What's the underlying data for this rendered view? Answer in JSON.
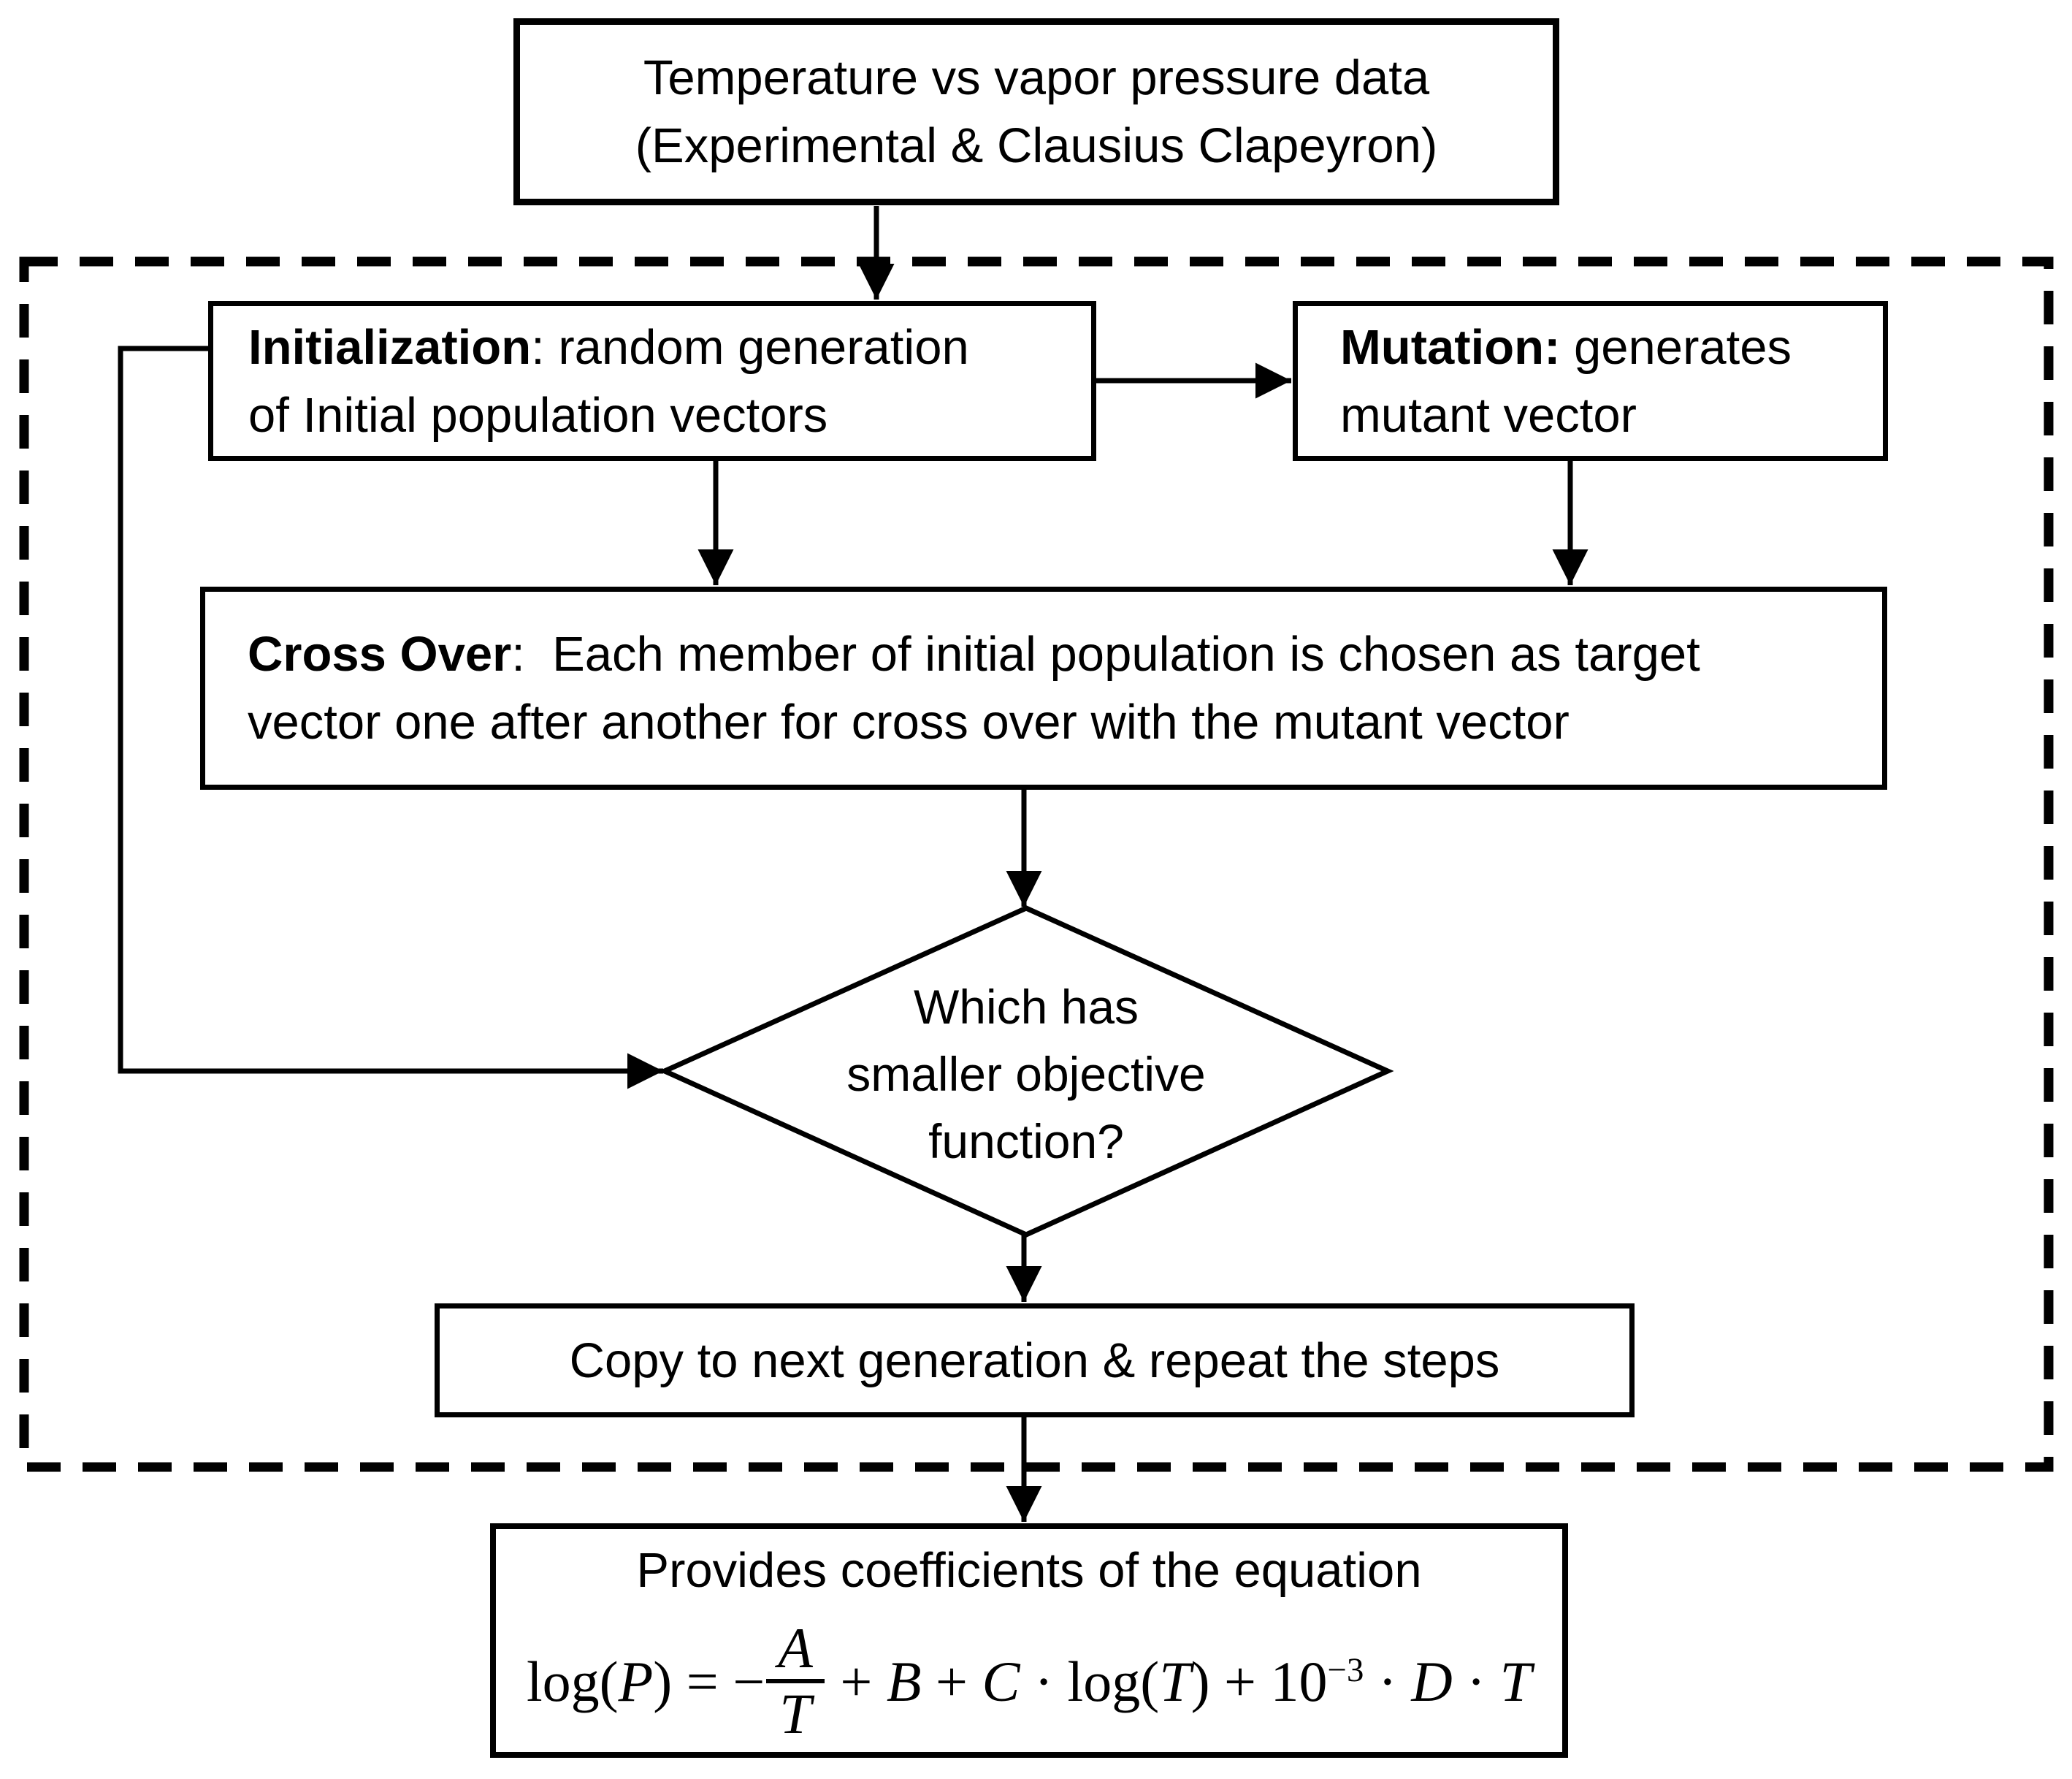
{
  "colors": {
    "line": "#000000",
    "background": "#ffffff"
  },
  "top_box": {
    "line1": "Temperature vs vapor pressure data",
    "line2": "(Experimental & Clausius Clapeyron)"
  },
  "init_box": {
    "bold": "Initialization",
    "rest": ": random generation",
    "line2": "of Initial population vectors"
  },
  "mutation_box": {
    "bold": "Mutation:",
    "rest": " generates",
    "line2": "mutant vector"
  },
  "crossover_box": {
    "bold": "Cross Over",
    "rest": ":  Each member of initial population is chosen as target",
    "line2": "vector one after another for cross over with the mutant vector"
  },
  "diamond": {
    "line1": "Which has",
    "line2": "smaller objective",
    "line3": "function?"
  },
  "copy_box": {
    "label": "Copy to next generation & repeat the steps"
  },
  "footer_box": {
    "title": "Provides coefficients of the equation",
    "equation": {
      "t1": "log(",
      "p": "P",
      "t2": ") = −",
      "num": "A",
      "den": "T",
      "t3": " + ",
      "b": "B",
      "t4": " + ",
      "c": "C",
      "t5": " · log(",
      "tv1": "T",
      "t6": ") + 10",
      "sup": "−3",
      "t7": " · ",
      "d": "D",
      "t8": " · ",
      "tv2": "T"
    }
  }
}
